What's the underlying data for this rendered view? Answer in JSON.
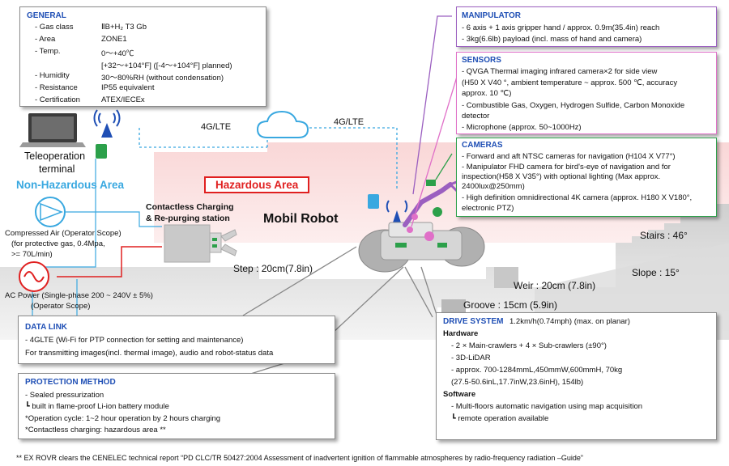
{
  "general": {
    "header": "GENERAL",
    "rows": [
      {
        "label": "- Gas class",
        "value": "ⅡB+H₂ T3 Gb"
      },
      {
        "label": "- Area",
        "value": "ZONE1"
      },
      {
        "label": "- Temp.",
        "value": "0～+40℃"
      },
      {
        "label": "",
        "value": "[+32～+104°F] ([-4～+104°F] planned)"
      },
      {
        "label": "- Humidity",
        "value": "30～80%RH (without condensation)"
      },
      {
        "label": "- Resistance",
        "value": "IP55 equivalent"
      },
      {
        "label": "- Certification",
        "value": "ATEX/IECEx"
      }
    ]
  },
  "manipulator": {
    "header": "MANIPULATOR",
    "lines": [
      "- 6 axis + 1 axis gripper hand / approx. 0.9m(35.4in) reach",
      "- 3kg(6.6lb) payload (incl. mass of hand and camera)"
    ]
  },
  "sensors": {
    "header": "SENSORS",
    "lines": [
      "- QVGA Thermal imaging infrared camera×2 for side view",
      "   (H50 X V40 °, ambient temperature ~ approx. 500 ℃, accuracy",
      "   approx. 10 ℃)",
      "- Combustible Gas, Oxygen, Hydrogen Sulfide, Carbon Monoxide",
      "   detector",
      "- Microphone (approx. 50~1000Hz)"
    ]
  },
  "cameras": {
    "header": "CAMERAS",
    "lines": [
      "- Forward and aft NTSC cameras for navigation (H104 X V77°)",
      "- Manipulator FHD camera for bird's-eye of navigation and for",
      "   inspection(H58 X V35°) with optional lighting (Max approx.",
      "   2400lux@250mm)",
      "- High definition omnidirectional 4K camera (approx. H180 X V180°,",
      "   electronic PTZ)"
    ]
  },
  "data_link": {
    "header": "DATA LINK",
    "lines": [
      "   - 4GLTE  (Wi-Fi for PTP connection for setting and maintenance)",
      "For transmitting images(incl. thermal image), audio and robot-status data"
    ]
  },
  "protection": {
    "header": "PROTECTION METHOD",
    "lines": [
      "   - Sealed pressurization",
      "        ┗ built in flame-proof Li-ion battery module",
      "*Operation cycle:  1~2 hour operation by 2 hours charging",
      "*Contactless charging: hazardous area **"
    ]
  },
  "drive": {
    "header": "DRIVE SYSTEM",
    "speed": "1.2km/h(0.74mph) (max. on planar)",
    "hardware_header": "Hardware",
    "hardware_lines": [
      "- 2 × Main-crawlers + 4 × Sub-crawlers (±90°)",
      "- 3D-LiDAR",
      "- approx.  700-1284mmL,450mmW,600mmH, 70kg",
      "      (27.5-50.6inL,17.7inW,23.6inH), 154lb)"
    ],
    "software_header": "Software",
    "software_lines": [
      "- Multi-floors automatic navigation using map acquisition",
      "    ┗ remote operation available"
    ]
  },
  "diagram": {
    "lte_left": "4G/LTE",
    "lte_right": "4G/LTE",
    "teleop_line1": "Teleoperation",
    "teleop_line2": "terminal",
    "non_hazardous": "Non-Hazardous Area",
    "hazardous": "Hazardous Area",
    "charging_line1": "Contactless Charging",
    "charging_line2": "& Re-purging station",
    "mobil_robot": "Mobil Robot",
    "compressed_air": [
      "Compressed Air (Operator Scope)",
      "(for protective gas, 0.4Mpa,",
      ">= 70L/min)"
    ],
    "ac_power": [
      "AC Power (Single-phase 200 ~ 240V ± 5%)",
      "(Operator Scope)"
    ],
    "step": "Step : 20cm(7.8in)",
    "weir": "Weir : 20cm (7.8in)",
    "groove": "Groove : 15cm (5.9in)",
    "stairs": "Stairs : 46°",
    "slope": "Slope : 15°"
  },
  "footnote": "** EX ROVR clears the CENELEC technical report “PD CLC/TR 50427:2004 Assessment of inadvertent ignition of flammable atmospheres by radio-frequency radiation –Guide”",
  "colors": {
    "header_blue": "#1f4fb5",
    "manipulator_border": "#9b5fc0",
    "sensors_border": "#e070c8",
    "cameras_border": "#2ca04a",
    "hazard_red": "#e02020",
    "non_hazard_blue": "#39a8e0",
    "hazard_zone_pink": "#fbe1e1"
  }
}
